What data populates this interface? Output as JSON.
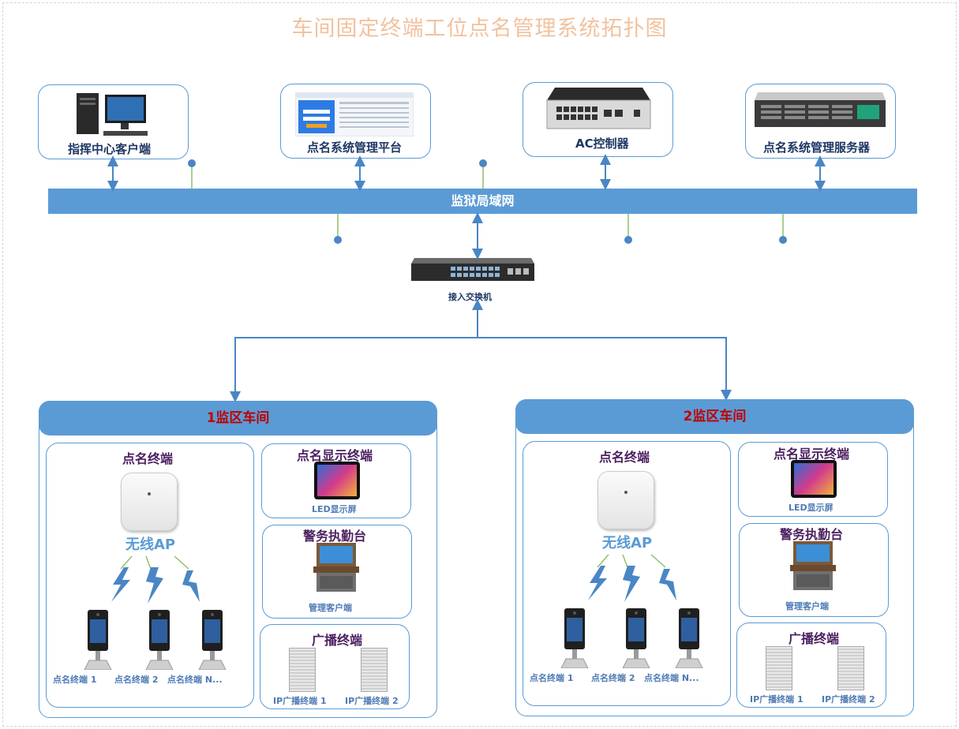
{
  "title": "车间固定终端工位点名管理系统拓扑图",
  "top_devices": {
    "command_client": "指挥中心客户端",
    "mgmt_platform": "点名系统管理平台",
    "ac_controller": "AC控制器",
    "mgmt_server": "点名系统管理服务器"
  },
  "network": "监狱局域网",
  "switch": "接入交换机",
  "zones": [
    {
      "name": "1监区车间",
      "terminal_group": "点名终端",
      "ap": "无线AP",
      "terminals": [
        "点名终端 1",
        "点名终端 2",
        "点名终端 N..."
      ],
      "display_group": "点名显示终端",
      "display": "LED显示屏",
      "desk_group": "警务执勤台",
      "desk": "管理客户端",
      "broadcast_group": "广播终端",
      "speakers": [
        "IP广播终端 1",
        "IP广播终端 2"
      ]
    },
    {
      "name": "2监区车间",
      "terminal_group": "点名终端",
      "ap": "无线AP",
      "terminals": [
        "点名终端 1",
        "点名终端 2",
        "点名终端 N..."
      ],
      "display_group": "点名显示终端",
      "display": "LED显示屏",
      "desk_group": "警务执勤台",
      "desk": "管理客户端",
      "broadcast_group": "广播终端",
      "speakers": [
        "IP广播终端 1",
        "IP广播终端 2"
      ]
    }
  ],
  "colors": {
    "accent": "#5b9bd5",
    "zone_title": "#c00000",
    "title": "#f2c29e"
  }
}
